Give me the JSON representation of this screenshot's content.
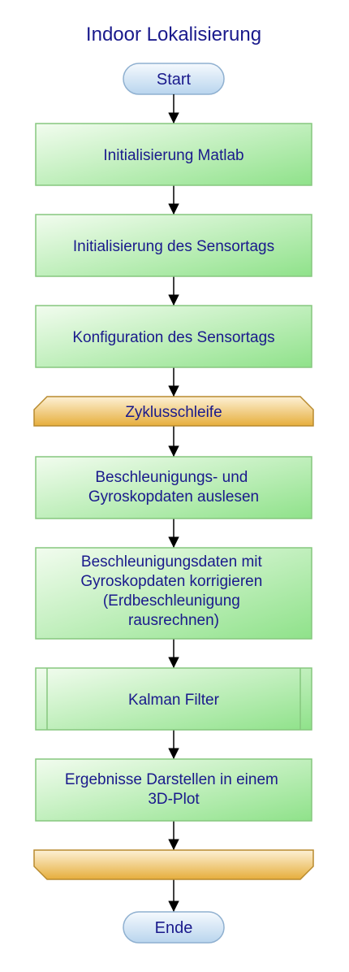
{
  "title": "Indoor Lokalisierung",
  "nodes": {
    "start": "Start",
    "init_matlab": "Initialisierung Matlab",
    "init_sensortags": "Initialisierung des Sensortags",
    "config_sensortags": "Konfiguration des Sensortags",
    "loop_start": "Zyklusschleife",
    "read_data": [
      "Beschleunigungs- und",
      "Gyroskopdaten auslesen"
    ],
    "correct_data": [
      "Beschleunigungsdaten mit",
      "Gyroskopdaten korrigieren",
      "(Erdbeschleunigung",
      "rausrechnen)"
    ],
    "kalman": "Kalman Filter",
    "plot": [
      "Ergebnisse Darstellen in einem",
      "3D-Plot"
    ],
    "loop_end": "",
    "end": "Ende"
  },
  "colors": {
    "text": "#1a1a8c",
    "process_fill_top": "#f2fcef",
    "process_fill_bottom": "#8fe28a",
    "process_stroke": "#86c77e",
    "loop_fill_top": "#fbeac4",
    "loop_fill_bottom": "#e6ae3c",
    "loop_stroke": "#b88a2e",
    "terminal_fill_top": "#f3f8fd",
    "terminal_fill_bottom": "#b9d5ee",
    "terminal_stroke": "#8fb0d0",
    "arrow": "#000000"
  }
}
